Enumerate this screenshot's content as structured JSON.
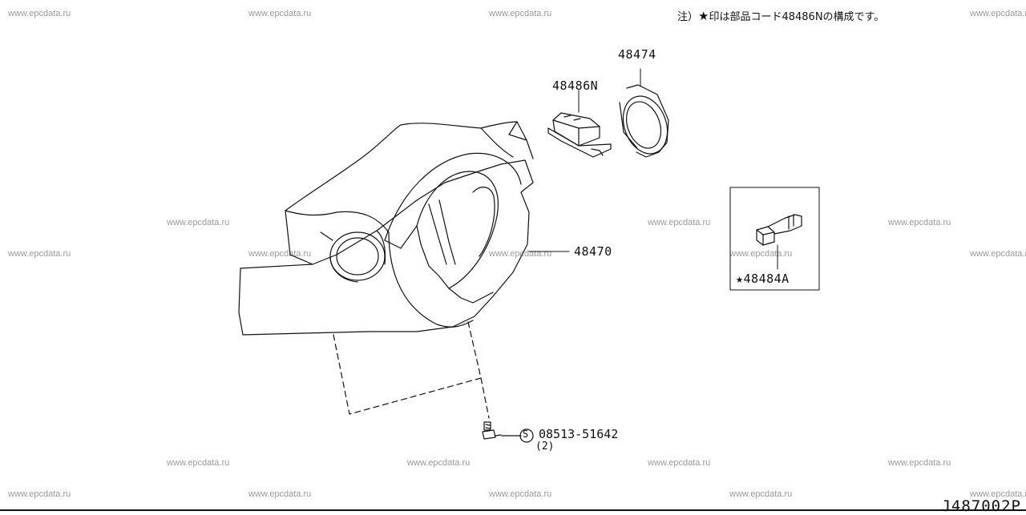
{
  "note": {
    "prefix": "注）",
    "star": "★",
    "text": "印は部品コード48486Nの構成です。"
  },
  "drawing_code": "J487002P",
  "watermark_text": "www.epcdata.ru",
  "callouts": {
    "column_cover": "48470",
    "key_ring": "48474",
    "immobilizer": "48486N",
    "inset_part_star": "★",
    "inset_part": "48484A",
    "screw_symbol": "S",
    "screw": "08513-51642",
    "screw_qty": "(2)"
  },
  "colors": {
    "line": "#111111",
    "watermark": "#9a9a9a",
    "background": "#ffffff"
  }
}
